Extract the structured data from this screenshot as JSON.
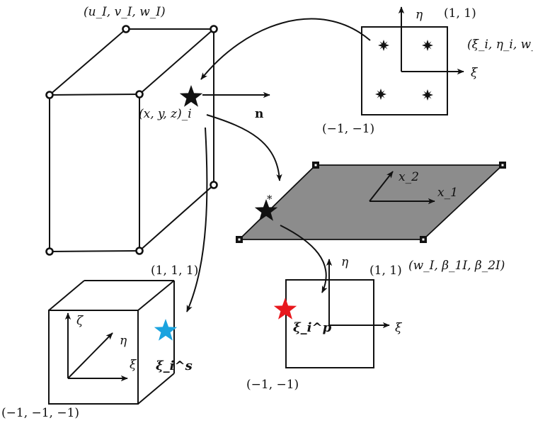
{
  "labels": {
    "top_node": "(u_I, v_I, w_I)",
    "point_xyz": "(x, y, z)_i",
    "normal": "n",
    "gauss_one": "(1, 1)",
    "gauss_weights": "(ξ_i, η_i, w_i)",
    "gauss_minus": "(−1, −1)",
    "gauss_eta": "η",
    "gauss_xi": "ξ",
    "plate_x2": "x_2",
    "plate_x1": "x_1",
    "plate_star": "*",
    "plate_node": "(w_I, β_1I, β_2I)",
    "param_one": "(1, 1)",
    "param_eta": "η",
    "param_xi": "ξ",
    "param_point": "ξ_i^p",
    "param_minus": "(−1, −1)",
    "cube_one": "(1, 1, 1)",
    "cube_zeta": "ζ",
    "cube_eta": "η",
    "cube_xi": "ξ",
    "cube_point": "ξ_i^s",
    "cube_minus": "(−1, −1, −1)"
  },
  "colors": {
    "ink": "#111111",
    "plate_fill": "#8c8c8c",
    "red_star": "#e8181d",
    "blue_star": "#1aa3df"
  },
  "icons": {
    "solid_node": "ring-marker",
    "plate_node": "filled-square-marker",
    "gauss_point": "starburst",
    "integration_point": "five-point-star"
  }
}
